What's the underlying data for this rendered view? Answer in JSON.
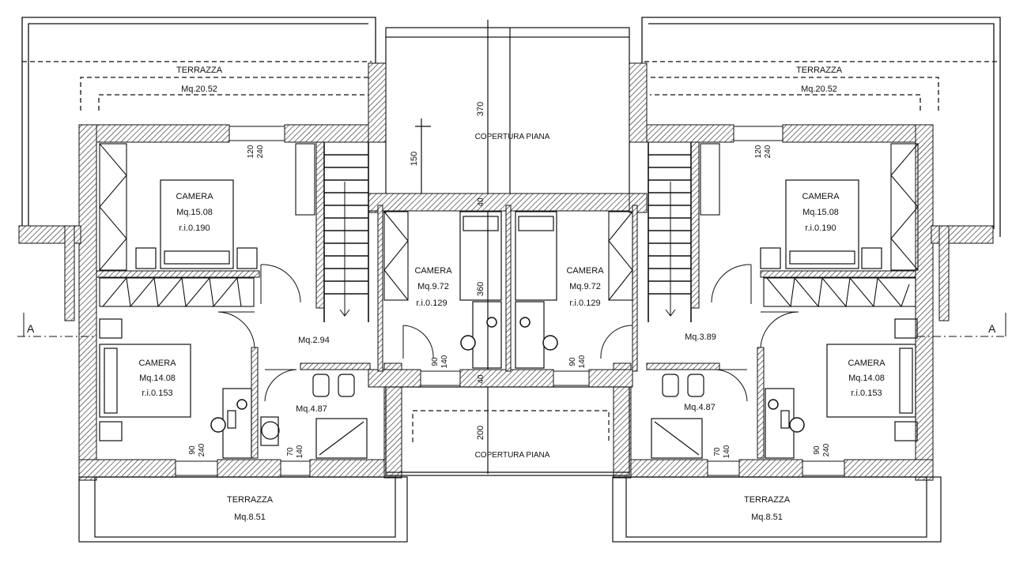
{
  "section_marks": {
    "left": "A",
    "right": "A"
  },
  "left_unit": {
    "terrace_top": {
      "name": "TERRAZZA",
      "area": "Mq.20.52"
    },
    "bedroom_master": {
      "name": "CAMERA",
      "area": "Mq.15.08",
      "ri": "r.i.0.190"
    },
    "bedroom_left": {
      "name": "CAMERA",
      "area": "Mq.14.08",
      "ri": "r.i.0.153"
    },
    "bedroom_small": {
      "name": "CAMERA",
      "area": "Mq.9.72",
      "ri": "r.i.0.129"
    },
    "hall": {
      "area": "Mq.2.94"
    },
    "bath": {
      "area": "Mq.4.87"
    },
    "terrace_bottom": {
      "name": "TERRAZZA",
      "area": "Mq.8.51"
    },
    "window_top": {
      "w": "120",
      "h": "240"
    },
    "window_bottom": {
      "w": "90",
      "h": "240"
    },
    "window_bath": {
      "w": "70",
      "h": "140"
    },
    "window_small": {
      "w": "90",
      "h": "140"
    }
  },
  "right_unit": {
    "terrace_top": {
      "name": "TERRAZZA",
      "area": "Mq.20.52"
    },
    "bedroom_master": {
      "name": "CAMERA",
      "area": "Mq.15.08",
      "ri": "r.i.0.190"
    },
    "bedroom_right": {
      "name": "CAMERA",
      "area": "Mq.14.08",
      "ri": "r.i.0.153"
    },
    "bedroom_small": {
      "name": "CAMERA",
      "area": "Mq.9.72",
      "ri": "r.i.0.129"
    },
    "hall": {
      "area": "Mq.3.89"
    },
    "bath": {
      "area": "Mq.4.87"
    },
    "terrace_bottom": {
      "name": "TERRAZZA",
      "area": "Mq.8.51"
    },
    "window_top": {
      "w": "120",
      "h": "240"
    },
    "window_bottom": {
      "w": "90",
      "h": "240"
    },
    "window_bath": {
      "w": "70",
      "h": "140"
    },
    "window_small": {
      "w": "90",
      "h": "140"
    }
  },
  "center": {
    "roof_top": {
      "label": "COPERTURA PIANA",
      "dim_total": "370",
      "dim_part": "150",
      "dim_wall": "40"
    },
    "roof_bottom": {
      "label": "COPERTURA PIANA",
      "dim": "200",
      "dim_wall": "40"
    },
    "dim_center": "360"
  }
}
